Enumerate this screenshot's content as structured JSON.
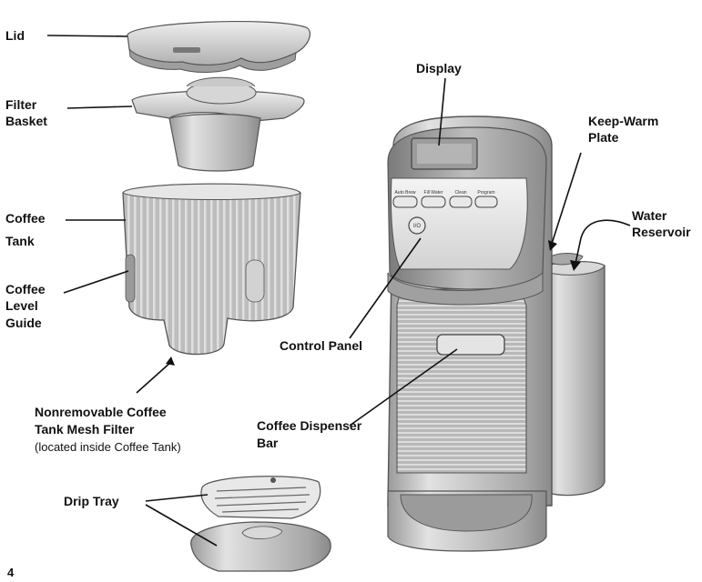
{
  "labels": {
    "lid": "Lid",
    "filter_basket": [
      "Filter",
      "Basket"
    ],
    "coffee_tank": [
      "Coffee",
      "Tank"
    ],
    "coffee_level_guide": [
      "Coffee",
      "Level",
      "Guide"
    ],
    "mesh_filter": [
      "Nonremovable Coffee",
      "Tank Mesh Filter"
    ],
    "mesh_filter_note": "(located inside Coffee Tank)",
    "drip_tray": "Drip Tray",
    "display": "Display",
    "keep_warm_plate": [
      "Keep-Warm",
      "Plate"
    ],
    "water_reservoir": [
      "Water",
      "Reservoir"
    ],
    "control_panel": "Control Panel",
    "coffee_dispenser_bar": [
      "Coffee Dispenser",
      "Bar"
    ]
  },
  "page_number": "4",
  "panel_buttons": [
    "Auto Brew",
    "Fill Water",
    "Clean",
    "Program"
  ],
  "power_symbol": "I/O",
  "colors": {
    "text": "#111111",
    "metal_light": "#e4e4e4",
    "metal_mid": "#b9b9b9",
    "metal_dark": "#8a8a8a",
    "outline": "#555555"
  }
}
